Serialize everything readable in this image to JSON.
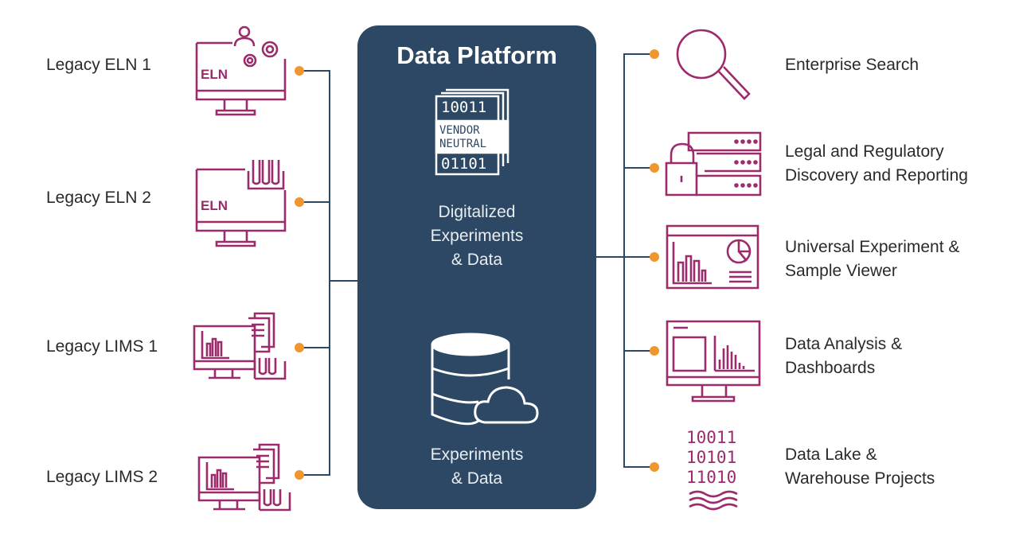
{
  "colors": {
    "accent": "#9c2b6b",
    "platform": "#2d4864",
    "connector": "#2d4864",
    "dot": "#f0962e"
  },
  "platform": {
    "title": "Data Platform",
    "vendor_top": "10011",
    "vendor_line1": "VENDOR",
    "vendor_line2": "NEUTRAL",
    "vendor_bottom": "01101",
    "upper_caption": [
      "Digitalized",
      "Experiments",
      "& Data"
    ],
    "lower_caption": [
      "Experiments",
      "& Data"
    ]
  },
  "sources": [
    {
      "label": "Legacy ELN 1",
      "icon": "eln-monitor-gears-icon",
      "screen_text": "ELN"
    },
    {
      "label": "Legacy ELN 2",
      "icon": "eln-monitor-tubes-icon",
      "screen_text": "ELN"
    },
    {
      "label": "Legacy LIMS 1",
      "icon": "lims-monitor-icon"
    },
    {
      "label": "Legacy LIMS 2",
      "icon": "lims-monitor-icon"
    }
  ],
  "destinations": [
    {
      "line1": "Enterprise Search",
      "line2": "",
      "icon": "magnifier-icon"
    },
    {
      "line1": "Legal and Regulatory",
      "line2": "Discovery and Reporting",
      "icon": "server-lock-icon"
    },
    {
      "line1": "Universal Experiment &",
      "line2": "Sample Viewer",
      "icon": "dashboard-window-icon"
    },
    {
      "line1": "Data Analysis &",
      "line2": "Dashboards",
      "icon": "analytics-monitor-icon"
    },
    {
      "line1": "Data Lake &",
      "line2": "Warehouse Projects",
      "icon": "binary-lake-icon",
      "binary": [
        "10011",
        "10101",
        "11010"
      ]
    }
  ]
}
